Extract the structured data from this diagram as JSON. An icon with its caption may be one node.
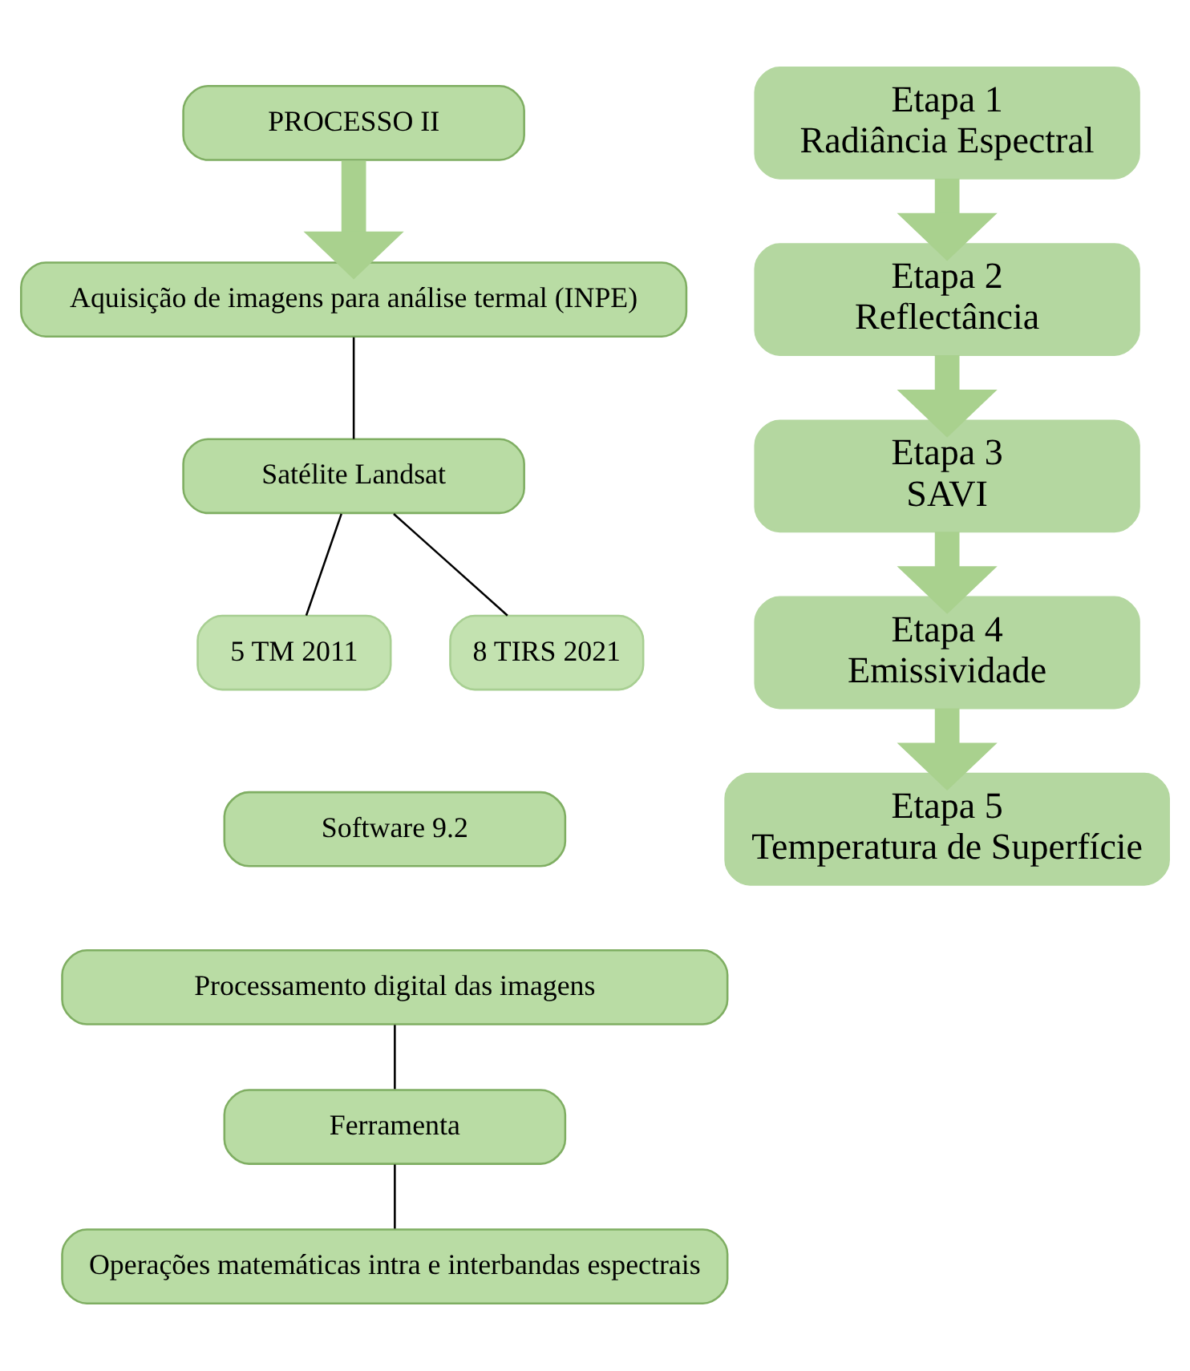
{
  "diagram": {
    "nodes": [
      {
        "text": [
          "PROCESSO II"
        ]
      },
      {
        "text": [
          "Aquisição de imagens para análise termal (INPE)"
        ]
      },
      {
        "text": [
          "Satélite Landsat"
        ]
      },
      {
        "text": [
          "5 TM 2011"
        ]
      },
      {
        "text": [
          "8 TIRS 2021"
        ]
      },
      {
        "text": [
          "Software 9.2"
        ]
      },
      {
        "text": [
          "Processamento digital das imagens"
        ]
      },
      {
        "text": [
          "Ferramenta"
        ]
      },
      {
        "text": [
          "Operações matemáticas intra e interbandas espectrais"
        ]
      },
      {
        "text": [
          "Etapa 1",
          "Radiância Espectral"
        ]
      },
      {
        "text": [
          "Etapa 2",
          "Reflectância"
        ]
      },
      {
        "text": [
          "Etapa 3",
          "SAVI"
        ]
      },
      {
        "text": [
          "Etapa 4",
          "Emissividade"
        ]
      },
      {
        "text": [
          "Etapa 5",
          "Temperatura de Superfície"
        ]
      }
    ],
    "edges": [
      {
        "from": 0,
        "to": 1,
        "arrow": "to",
        "style": "thick",
        "color": "#a9d18e"
      },
      {
        "from": 1,
        "to": 2,
        "arrow": "none",
        "color": "#000000"
      },
      {
        "from": 2,
        "to": 3,
        "arrow": "none",
        "color": "#000000"
      },
      {
        "from": 2,
        "to": 4,
        "arrow": "none",
        "color": "#000000"
      },
      {
        "from": 6,
        "to": 7,
        "arrow": "none",
        "color": "#000000"
      },
      {
        "from": 7,
        "to": 8,
        "arrow": "none",
        "color": "#000000"
      },
      {
        "from": 9,
        "to": 10,
        "arrow": "to",
        "style": "thick",
        "color": "#a9d18e"
      },
      {
        "from": 10,
        "to": 11,
        "arrow": "to",
        "style": "thick",
        "color": "#a9d18e"
      },
      {
        "from": 11,
        "to": 12,
        "arrow": "to",
        "style": "thick",
        "color": "#a9d18e"
      },
      {
        "from": 12,
        "to": 13,
        "arrow": "to",
        "style": "thick",
        "color": "#a9d18e"
      }
    ]
  }
}
